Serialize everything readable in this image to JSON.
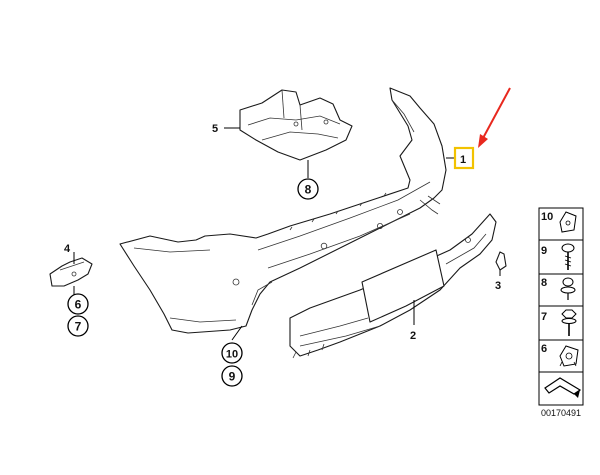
{
  "diagram": {
    "callouts": {
      "c1": "1",
      "c2": "2",
      "c3": "3",
      "c4": "4",
      "c5": "5",
      "c6": "6",
      "c7": "7",
      "c8": "8",
      "c9": "9",
      "c10": "10"
    },
    "legend": {
      "rows": [
        "10",
        "9",
        "8",
        "7",
        "6"
      ]
    },
    "drawing_number": "00170491",
    "colors": {
      "highlight": "#f2c200",
      "arrow": "#e8281e",
      "line": "#000000"
    }
  }
}
